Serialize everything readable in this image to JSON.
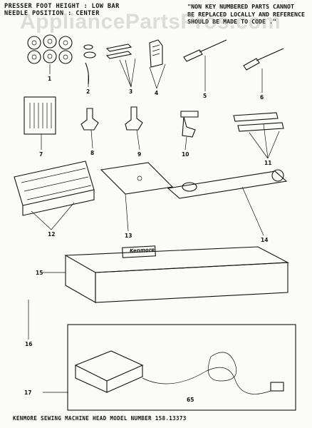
{
  "header": {
    "line1": "PRESSER FOOT HEIGHT : LOW BAR",
    "line2": "NEEDLE POSITION : CENTER"
  },
  "note": {
    "line1": "\"NON KEY NUMBERED PARTS CANNOT",
    "line2": "BE REPLACED LOCALLY AND REFERENCE",
    "line3": "SHOULD BE MADE TO CODE  .\""
  },
  "watermark": "AppliancePartsPros.com",
  "case_label": "Kenmore",
  "part_numbers": {
    "p1": "1",
    "p2": "2",
    "p3": "3",
    "p4": "4",
    "p5": "5",
    "p6": "6",
    "p7": "7",
    "p8": "8",
    "p9": "9",
    "p10": "10",
    "p11": "11",
    "p12": "12",
    "p13": "13",
    "p14": "14",
    "p15": "15",
    "p16": "16",
    "p17": "17",
    "p65": "65"
  },
  "footer": "KENMORE  SEWING  MACHINE  HEAD   MODEL  NUMBER  158.13373"
}
